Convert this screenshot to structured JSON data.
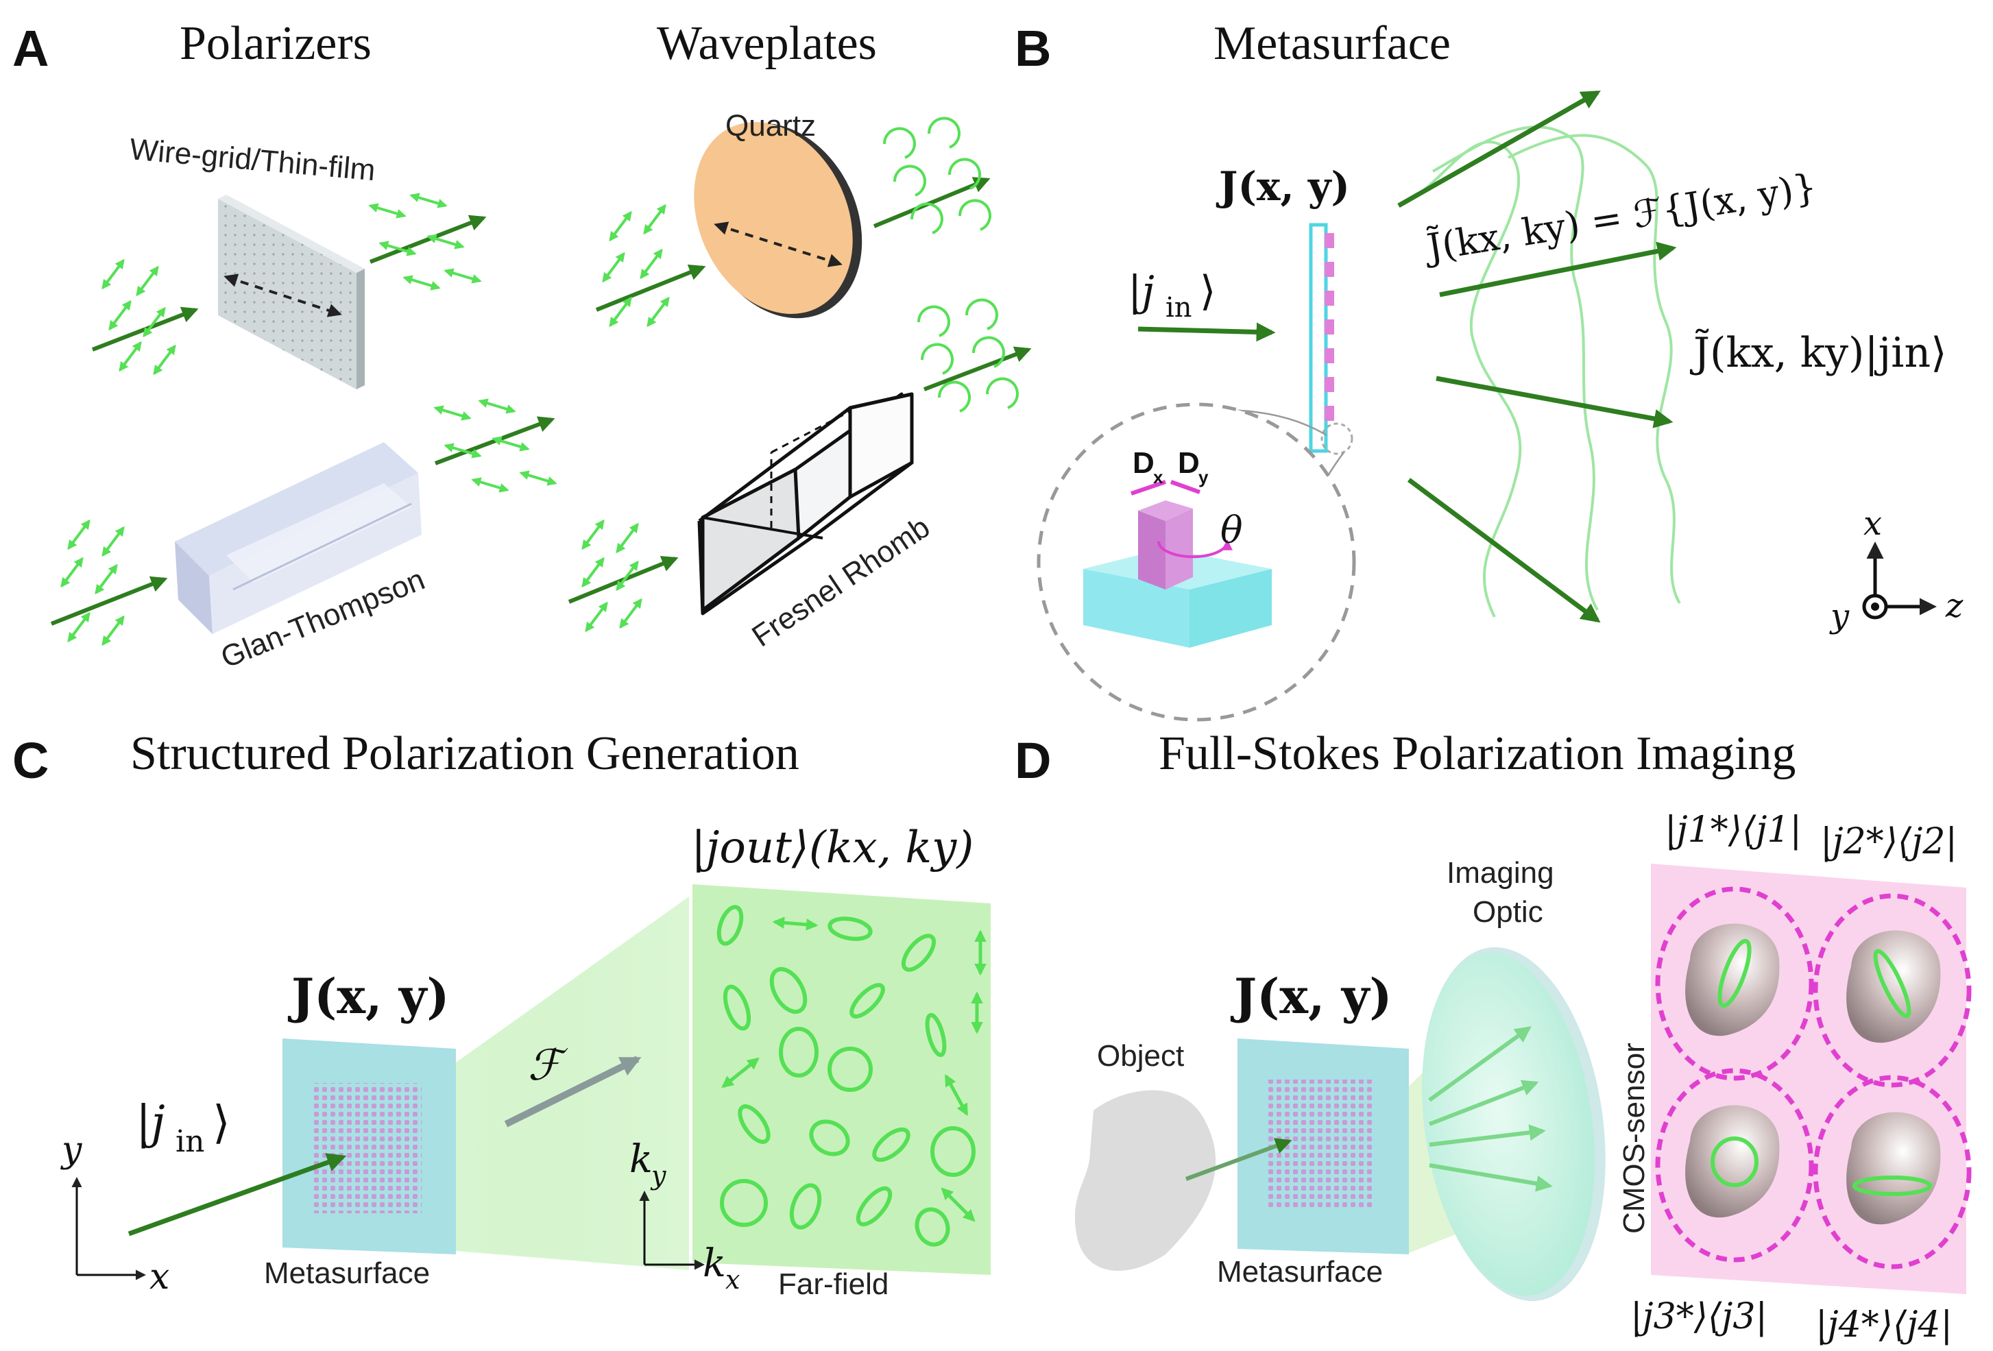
{
  "panels": {
    "a": {
      "letter": "A",
      "title_polarizers": "Polarizers",
      "title_waveplates": "Waveplates",
      "wire_grid": "Wire-grid/Thin-film",
      "glan": "Glan-Thompson",
      "quartz": "Quartz",
      "fresnel": "Fresnel Rhomb"
    },
    "b": {
      "letter": "B",
      "title": "Metasurface",
      "jxy": "J(x, y)",
      "jin": "|j",
      "jin_sub": "in",
      "jin_close": "⟩",
      "ft_eq": "J̃(kx, ky) = ℱ{J(x, y)}",
      "jk_jin": "J̃(kx, ky)|jin⟩",
      "dx": "D",
      "dx_sub": "x",
      "dy": "D",
      "dy_sub": "y",
      "theta": "θ",
      "axis_x": "x",
      "axis_y": "y",
      "axis_z": "z"
    },
    "c": {
      "letter": "C",
      "title": "Structured Polarization Generation",
      "jout": "|jout⟩(kx, ky)",
      "jxy": "J(x, y)",
      "jin": "|j",
      "jin_sub": "in",
      "jin_close": "⟩",
      "F": "ℱ",
      "metasurface": "Metasurface",
      "farfield": "Far-field",
      "axis_x": "x",
      "axis_y": "y",
      "axis_kx": "k",
      "axis_kx_sub": "x",
      "axis_ky": "k",
      "axis_ky_sub": "y"
    },
    "d": {
      "letter": "D",
      "title": "Full-Stokes Polarization Imaging",
      "imaging_optic_1": "Imaging",
      "imaging_optic_2": "Optic",
      "object": "Object",
      "jxy": "J(x, y)",
      "metasurface": "Metasurface",
      "cmos": "CMOS-sensor",
      "proj1": "|j1*⟩⟨j1|",
      "proj2": "|j2*⟩⟨j2|",
      "proj3": "|j3*⟩⟨j3|",
      "proj4": "|j4*⟩⟨j4|"
    }
  },
  "colors": {
    "dark_green": "#2e7d1f",
    "light_green": "#5ce65c",
    "cyan": "#7fe3e8",
    "magenta": "#e040d0",
    "peach": "#f7c58f",
    "pink_bg": "#fad4ec"
  }
}
